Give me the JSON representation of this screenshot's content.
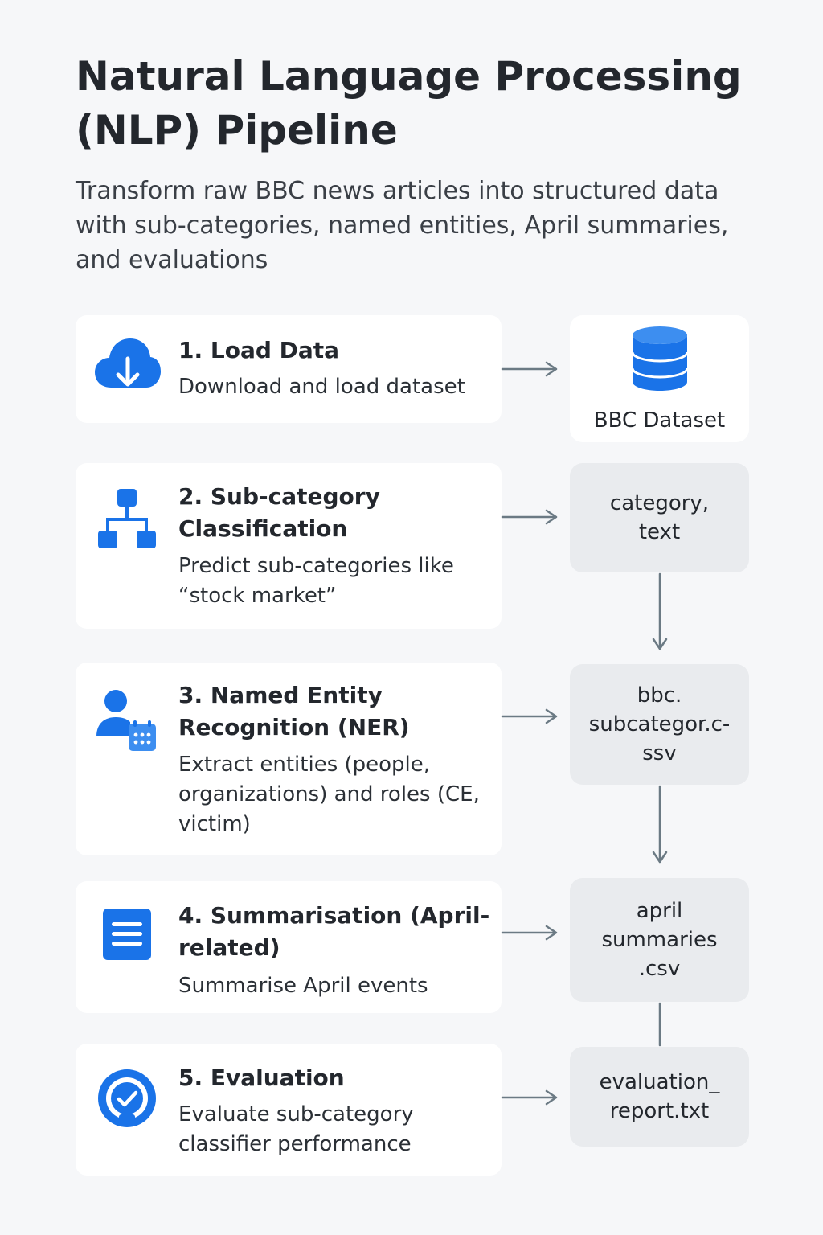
{
  "header": {
    "title": "Natural Language Processing (NLP) Pipeline",
    "subtitle": "Transform raw BBC news articles into structured data with sub-categories, named entities, April summaries, and evaluations"
  },
  "steps": [
    {
      "title": "1. Load Data",
      "description": "Download and load dataset",
      "icon": "cloud-download-icon"
    },
    {
      "title": "2. Sub-category Classification",
      "description": "Predict sub-categories like “stock market”",
      "icon": "hierarchy-icon"
    },
    {
      "title": "3. Named Entity Recognition (NER)",
      "description": "Extract entities (people, organizations) and roles (CE, victim)",
      "icon": "person-calendar-icon"
    },
    {
      "title": "4. Summarisation (April-related)",
      "description": "Summarise April events",
      "icon": "document-lines-icon"
    },
    {
      "title": "5. Evaluation",
      "description": "Evaluate sub-category classifier performance",
      "icon": "gauge-check-icon"
    }
  ],
  "outputs": [
    {
      "label": "BBC Dataset",
      "icon": "database-icon"
    },
    {
      "label": "category,\ntext"
    },
    {
      "label": "bbc.\nsubcategor.c-\nssv"
    },
    {
      "label": "april\nsummaries\n.csv"
    },
    {
      "label": "evaluation_\nreport.txt"
    }
  ],
  "colors": {
    "accent": "#1a73e8",
    "accent_light": "#3d8ef0",
    "connector": "#6b7a84",
    "card": "#ffffff",
    "output_box": "#e9ebee",
    "background": "#f6f7f9"
  }
}
